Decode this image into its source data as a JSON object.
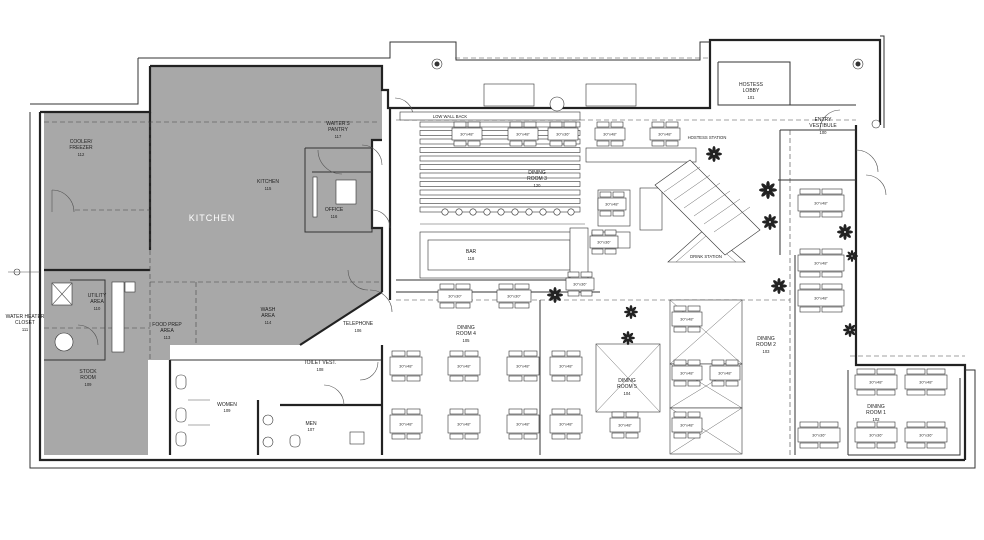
{
  "colors": {
    "kitchen_fill": "#a8a8a8",
    "wall": "#222222",
    "background": "#ffffff"
  },
  "rooms": {
    "cooler": {
      "name": "COOLER/\nFREEZER",
      "line1": "COOLER/",
      "line2": "FREEZER",
      "num": "112"
    },
    "kitchen_title": "KITCHEN",
    "kitchen": {
      "name": "KITCHEN",
      "num": "115"
    },
    "waiters_pantry": {
      "line1": "WAITER'S",
      "line2": "PANTRY",
      "num": "117"
    },
    "office": {
      "name": "OFFICE",
      "num": "116"
    },
    "utility": {
      "line1": "UTILITY",
      "line2": "AREA",
      "num": "110"
    },
    "water_heater": {
      "line1": "WATER HEATER",
      "line2": "CLOSET",
      "num": "111"
    },
    "food_prep": {
      "line1": "FOOD PREP",
      "line2": "AREA",
      "num": "113"
    },
    "wash": {
      "line1": "WASH",
      "line2": "AREA",
      "num": "114"
    },
    "stock": {
      "line1": "STOCK",
      "line2": "ROOM",
      "num": "109"
    },
    "telephone": {
      "name": "TELEPHONE",
      "num": "106"
    },
    "toilet_vest": {
      "name": "TOILET VEST.",
      "num": "108"
    },
    "women": {
      "name": "WOMEN",
      "num": "109"
    },
    "men": {
      "name": "MEN",
      "num": "107"
    },
    "bar": {
      "name": "BAR",
      "num": "118"
    },
    "dining3": {
      "line1": "DINING",
      "line2": "ROOM 3",
      "num": "120"
    },
    "dining4": {
      "line1": "DINING",
      "line2": "ROOM 4",
      "num": "105"
    },
    "dining5": {
      "line1": "DINING",
      "line2": "ROOM 5",
      "num": "104"
    },
    "dining2": {
      "line1": "DINING",
      "line2": "ROOM 2",
      "num": "103"
    },
    "dining1": {
      "line1": "DINING",
      "line2": "ROOM 1",
      "num": "102"
    },
    "hostess_lobby": {
      "line1": "HOSTESS",
      "line2": "LOBBY",
      "num": "101"
    },
    "entry_vestibule": {
      "line1": "ENTRY",
      "line2": "VESTIBULE",
      "num": "100"
    },
    "hostess_station": "HOSTESS STATION",
    "drink_station": "DRINK STATION",
    "low_wall": "LOW WALL BACK"
  },
  "tables": {
    "d3_top": [
      "30\"x48\"",
      "30\"x48\"",
      "30\"x36\"",
      "30\"x48\"",
      "30\"x48\""
    ],
    "bar_front": [
      "30\"x30\"",
      "30\"x30\""
    ],
    "mid": [
      "30\"x36\"",
      "30\"x36\"",
      "30\"x48\""
    ],
    "d4_row1": [
      "30\"x48\"",
      "30\"x48\"",
      "30\"x48\"",
      "30\"x48\""
    ],
    "d4_row2": [
      "30\"x48\"",
      "30\"x48\"",
      "30\"x48\"",
      "30\"x48\""
    ],
    "d5": [
      "30\"x48\"",
      "30\"x48\"",
      "30\"x48\"",
      "30\"x48\"",
      "30\"x48\""
    ],
    "d2": [
      "30\"x48\"",
      "30\"x48\"",
      "30\"x48\""
    ],
    "d1": [
      "30\"x48\"",
      "30\"x48\"",
      "30\"x36\"",
      "30\"x36\"",
      "30\"x36\""
    ]
  }
}
